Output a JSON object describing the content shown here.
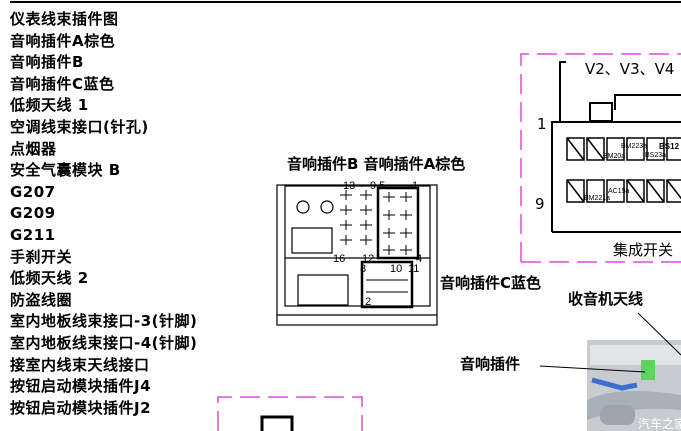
{
  "title_list": [
    "仪表线束插件图",
    "音响插件A棕色",
    "音响插件B",
    "音响插件C蓝色",
    " 低频天线 1",
    " 空调线束接口(针孔)",
    " 点烟器",
    " 安全气囊模块 B",
    "  G207",
    "  G209",
    "  G211",
    "手刹开关",
    "低频天线 2",
    " 防盗线圈",
    "室内地板线束接口-3(针脚)",
    "室内地板线束接口-4(针脚)",
    " 接室内线束天线接口",
    "按钮启动模块插件J4",
    "按钮启动模块插件J2"
  ],
  "labels": {
    "audio_b_a": "音响插件B 音响插件A棕色",
    "audio_c": "音响插件C蓝色",
    "radio_antenna": "收音机天线",
    "audio_plug": "音响插件",
    "v_pins": "V2、V3、V4",
    "integrated_switch": "集成开关",
    "row1": "1",
    "row9": "9",
    "pin_labels": [
      "13",
      "9,5",
      "1",
      "16",
      "12",
      "4",
      "8",
      "10",
      "11",
      "2"
    ],
    "small_pins": [
      "BM223a",
      "BS12",
      "BM20a",
      "BS23a",
      "AC15a",
      "BM221a"
    ],
    "watermark": "汽车之家"
  },
  "colors": {
    "frame": "#d84fd8",
    "photo_green": "#5ed35e",
    "photo_blue": "#3a6fd0"
  }
}
